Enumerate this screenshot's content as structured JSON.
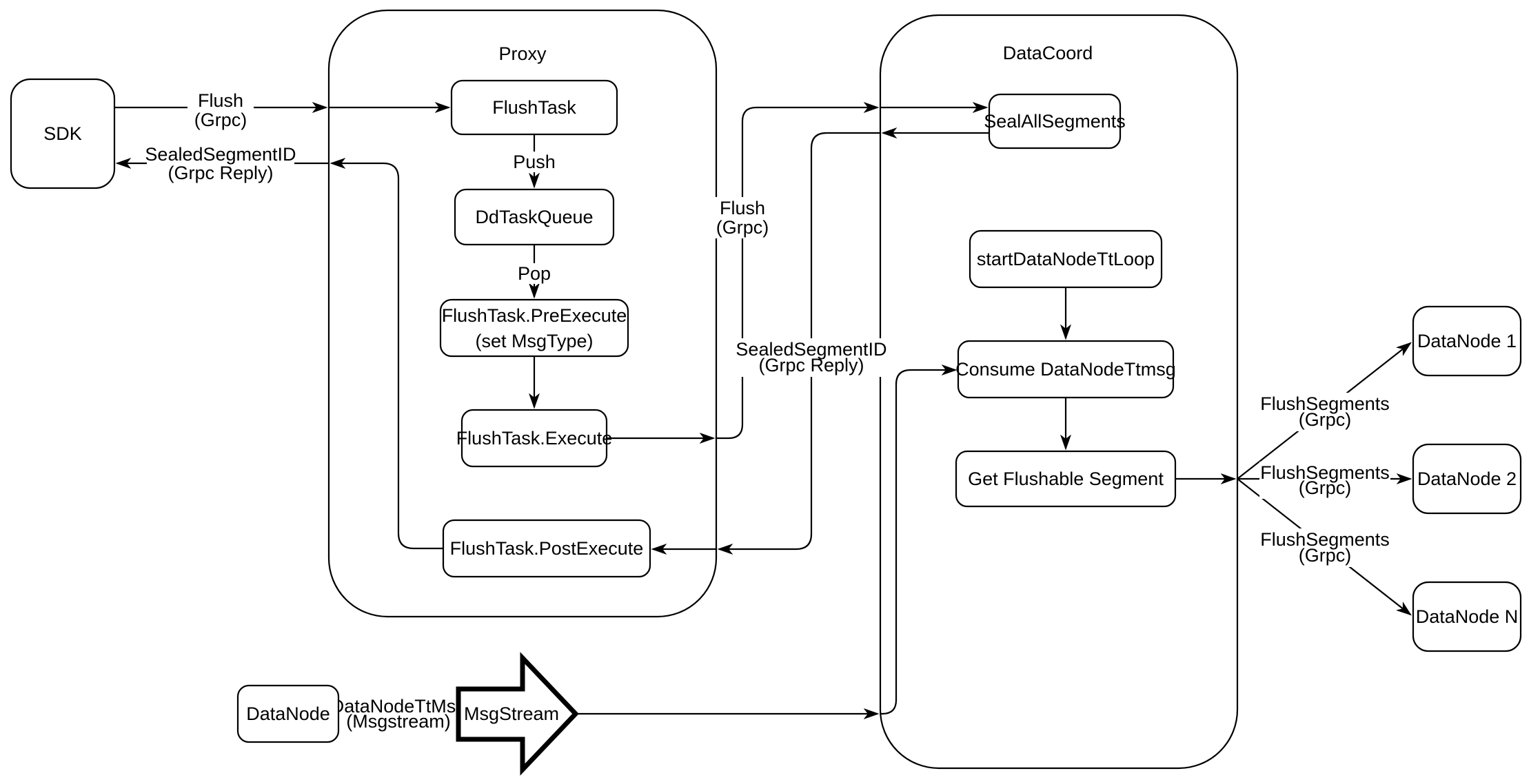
{
  "containers": {
    "proxy": {
      "label": "Proxy"
    },
    "datacoord": {
      "label": "DataCoord"
    }
  },
  "nodes": {
    "sdk": {
      "label": "SDK"
    },
    "flush_task": {
      "label": "FlushTask"
    },
    "dd_task_queue": {
      "label": "DdTaskQueue"
    },
    "pre_execute": {
      "line1": "FlushTask.PreExecute",
      "line2": "(set MsgType)"
    },
    "execute": {
      "label": "FlushTask.Execute"
    },
    "post_execute": {
      "label": "FlushTask.PostExecute"
    },
    "seal_all_segments": {
      "label": "SealAllSegments"
    },
    "start_datanode_tt_loop": {
      "label": "startDataNodeTtLoop"
    },
    "consume_datanode_ttmsg": {
      "label": "Consume DataNodeTtmsg"
    },
    "get_flushable_segment": {
      "label": "Get Flushable Segment"
    },
    "datanode_1": {
      "label": "DataNode 1"
    },
    "datanode_2": {
      "label": "DataNode 2"
    },
    "datanode_n": {
      "label": "DataNode N"
    },
    "datanode_source": {
      "label": "DataNode"
    },
    "msgstream": {
      "label": "MsgStream"
    }
  },
  "edge_labels": {
    "flush_sdk_to_proxy": {
      "line1": "Flush",
      "line2": "(Grpc)"
    },
    "sealed_segment_to_sdk": {
      "line1": "SealedSegmentID",
      "line2": "(Grpc Reply)"
    },
    "push": {
      "line1": "Push"
    },
    "pop": {
      "line1": "Pop"
    },
    "flush_proxy_to_datacoord": {
      "line1": "Flush",
      "line2": "(Grpc)"
    },
    "sealed_segment_to_postexecute": {
      "line1": "SealedSegmentID",
      "line2": "(Grpc Reply)"
    },
    "flush_segments_1": {
      "line1": "FlushSegments",
      "line2": "(Grpc)"
    },
    "flush_segments_2": {
      "line1": "FlushSegments",
      "line2": "(Grpc)"
    },
    "flush_segments_3": {
      "line1": "FlushSegments",
      "line2": "(Grpc)"
    },
    "datanode_ttmsg": {
      "line1": "DataNodeTtMsg",
      "line2": "(Msgstream)"
    }
  },
  "colors": {
    "stroke": "#000000",
    "node_fill": "#ffffff",
    "background": "#ffffff"
  }
}
